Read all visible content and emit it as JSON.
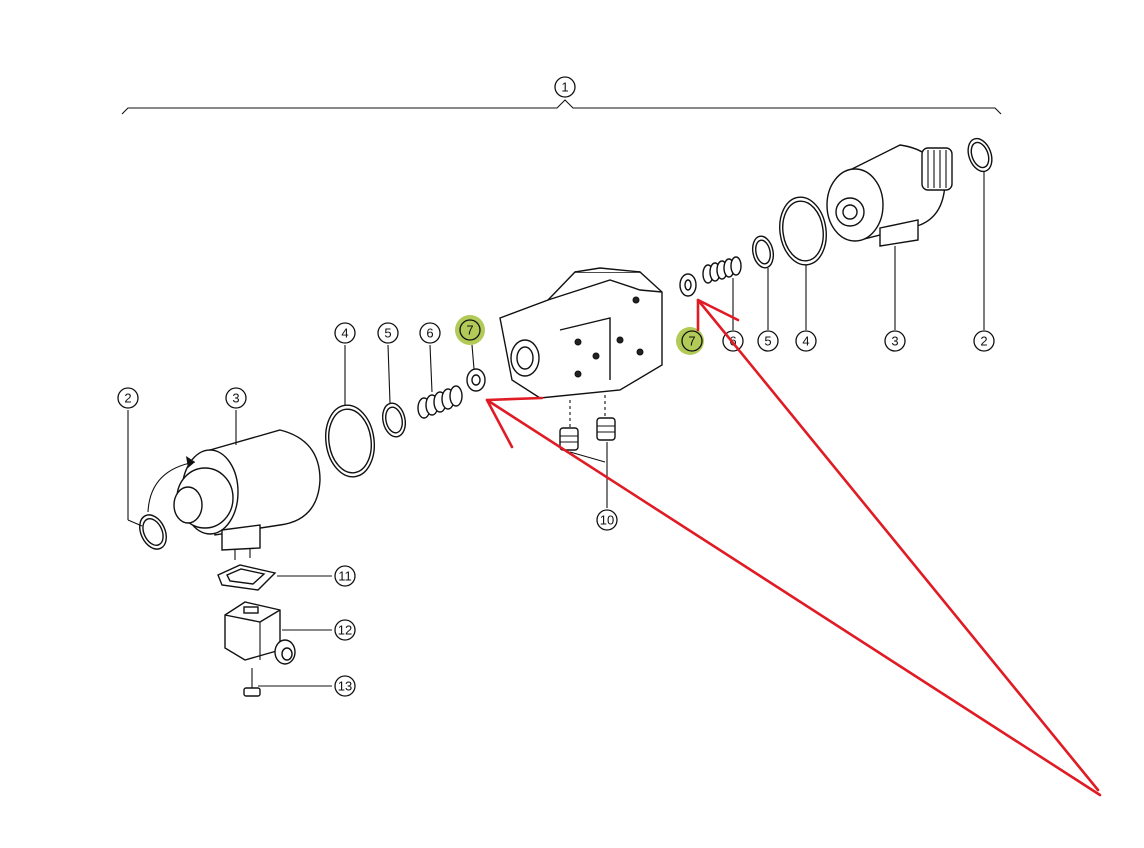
{
  "diagram": {
    "callouts": [
      {
        "id": "c1",
        "label": "1"
      },
      {
        "id": "c2a",
        "label": "2"
      },
      {
        "id": "c3a",
        "label": "3"
      },
      {
        "id": "c4a",
        "label": "4"
      },
      {
        "id": "c5a",
        "label": "5"
      },
      {
        "id": "c6a",
        "label": "6"
      },
      {
        "id": "c7a",
        "label": "7"
      },
      {
        "id": "c7b",
        "label": "7"
      },
      {
        "id": "c6b",
        "label": "6"
      },
      {
        "id": "c5b",
        "label": "5"
      },
      {
        "id": "c4b",
        "label": "4"
      },
      {
        "id": "c3b",
        "label": "3"
      },
      {
        "id": "c2b",
        "label": "2"
      },
      {
        "id": "c10",
        "label": "10"
      },
      {
        "id": "c11",
        "label": "11"
      },
      {
        "id": "c12",
        "label": "12"
      },
      {
        "id": "c13",
        "label": "13"
      }
    ],
    "highlight_color": "#a5c13a",
    "annotation_color": "#e01b24"
  }
}
